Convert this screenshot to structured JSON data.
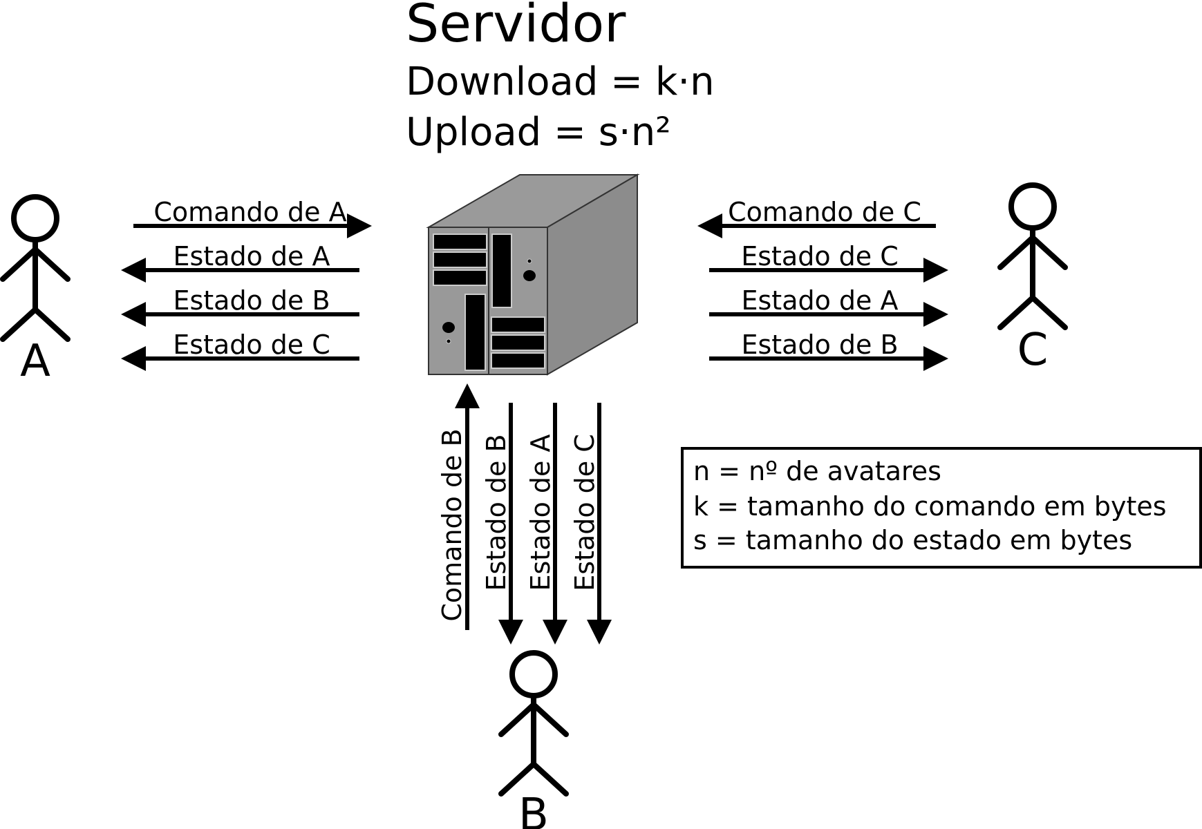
{
  "server": {
    "title": "Servidor",
    "download": "Download = k·n",
    "upload": "Upload = s·n²"
  },
  "actors": {
    "a": "A",
    "b": "B",
    "c": "C"
  },
  "links": {
    "a": {
      "command": "Comando de A",
      "states": [
        "Estado de A",
        "Estado de B",
        "Estado de C"
      ]
    },
    "b": {
      "command": "Comando de B",
      "states": [
        "Estado de B",
        "Estado de A",
        "Estado de C"
      ]
    },
    "c": {
      "command": "Comando de C",
      "states": [
        "Estado de C",
        "Estado de A",
        "Estado de B"
      ]
    }
  },
  "legend": {
    "items": [
      "n = nº de avatares",
      "k = tamanho do comando em bytes",
      "s = tamanho do estado em bytes"
    ]
  },
  "colors": {
    "ink": "#000000",
    "server_front": "#999999",
    "server_top": "#9a9a9a",
    "server_side": "#8c8c8c"
  }
}
